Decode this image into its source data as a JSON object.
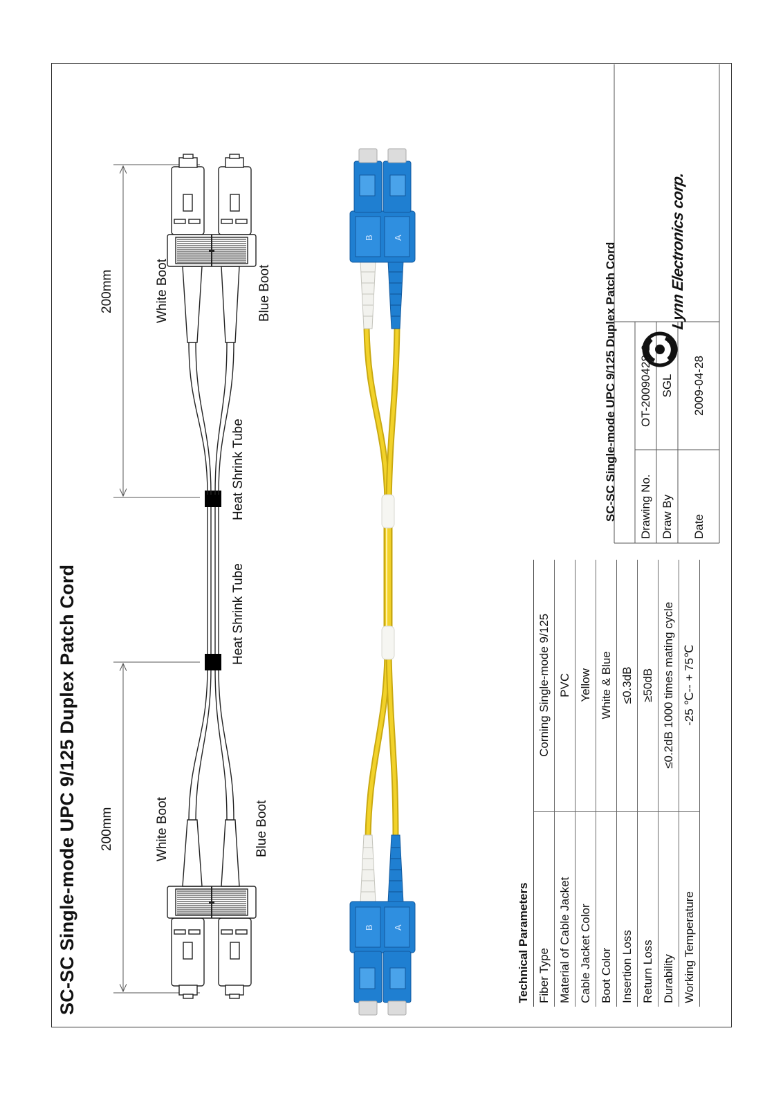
{
  "title": "SC-SC Single-mode UPC 9/125 Duplex Patch Cord",
  "drawing": {
    "dimension_left": "200mm",
    "dimension_right": "200mm",
    "white_boot_left": "White Boot",
    "blue_boot_left": "Blue Boot",
    "white_boot_right": "White Boot",
    "blue_boot_right": "Blue Boot",
    "heat_shrink_left": "Heat Shrink Tube",
    "heat_shrink_right": "Heat Shrink Tube",
    "connector_mark_b": "B",
    "connector_mark_a": "A"
  },
  "technical_parameters": {
    "heading": "Technical Parameters",
    "rows": [
      {
        "label": "Fiber Type",
        "value": "Corning Single-mode 9/125"
      },
      {
        "label": "Material of Cable Jacket",
        "value": "PVC"
      },
      {
        "label": "Cable Jacket Color",
        "value": "Yellow"
      },
      {
        "label": "Boot Color",
        "value": "White & Blue"
      },
      {
        "label": "Insertion Loss",
        "value": "≤0.3dB"
      },
      {
        "label": "Return Loss",
        "value": "≥50dB"
      },
      {
        "label": "Durability",
        "value": "≤0.2dB 1000 times mating cycle"
      },
      {
        "label": "Working Temperature",
        "value": "-25 ℃-- + 75℃"
      }
    ]
  },
  "title_block": {
    "title": "SC-SC Single-mode UPC 9/125 Duplex Patch Cord",
    "drawing_no_label": "Drawing No.",
    "drawing_no": "OT-20090428-2",
    "draw_by_label": "Draw By",
    "draw_by": "SGL",
    "date_label": "Date",
    "date": "2009-04-28",
    "company": "Lynn Electronics corp."
  },
  "colors": {
    "connector_blue": "#1f7fd1",
    "connector_blue_dark": "#135a9e",
    "cable_yellow": "#f2d22a",
    "boot_white": "#f2f2ee",
    "ferrule_gray": "#dcdcdc"
  }
}
